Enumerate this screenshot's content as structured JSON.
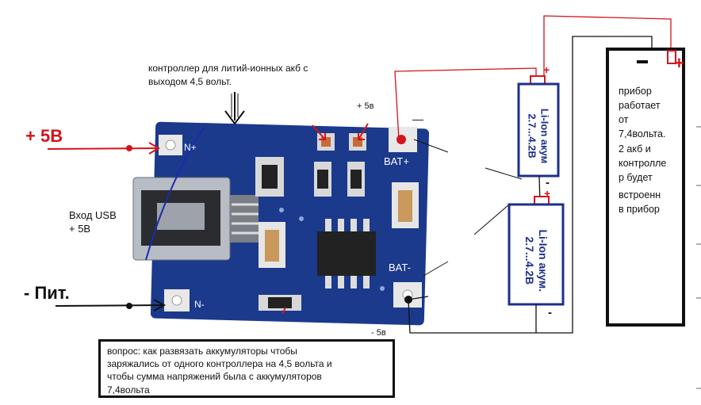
{
  "labels": {
    "plus5v_left": "+ 5В",
    "minus_pit": "- Пит.",
    "usb_input_line1": "Вход USB",
    "usb_input_line2": "+ 5В",
    "controller_line1": "контроллер для литий-ионных акб с",
    "controller_line2": "выходом  4,5 вольт.",
    "plus5v_top": "+ 5в",
    "minus5v_bottom": "- 5в",
    "plus_sign": "+",
    "minus_sign": "-",
    "minus_dash": "—"
  },
  "board": {
    "pad_in_plus": "N+",
    "pad_in_minus": "N-",
    "pad_bat_plus": "BAT+",
    "pad_bat_minus": "BAT-",
    "colors": {
      "pcb": "#1b3a8c",
      "pad": "#e8e8e8",
      "usb": "#b8bcc4",
      "chip": "#222222"
    }
  },
  "batteries": [
    {
      "line1": "Li-Ion акум",
      "line2": "2.7...4.2В"
    },
    {
      "line1": "Li-Ion акум.",
      "line2": "2.7...4.2В"
    }
  ],
  "device": {
    "lines": [
      "прибор",
      "работает",
      "от",
      "7,4вольта.",
      "2 акб и",
      "контролле",
      "р будет",
      "встроенн",
      "в прибор"
    ]
  },
  "question": {
    "lines": [
      "вопрос: как развязать аккумуляторы чтобы",
      "заряжались от одного контроллера на 4,5 вольта и",
      "чтобы сумма напряжений была с аккумуляторов",
      "7,4вольта"
    ]
  },
  "colors": {
    "wire_red": "#d4141c",
    "wire_black": "#111111",
    "battery_border": "#1d2f8c"
  }
}
